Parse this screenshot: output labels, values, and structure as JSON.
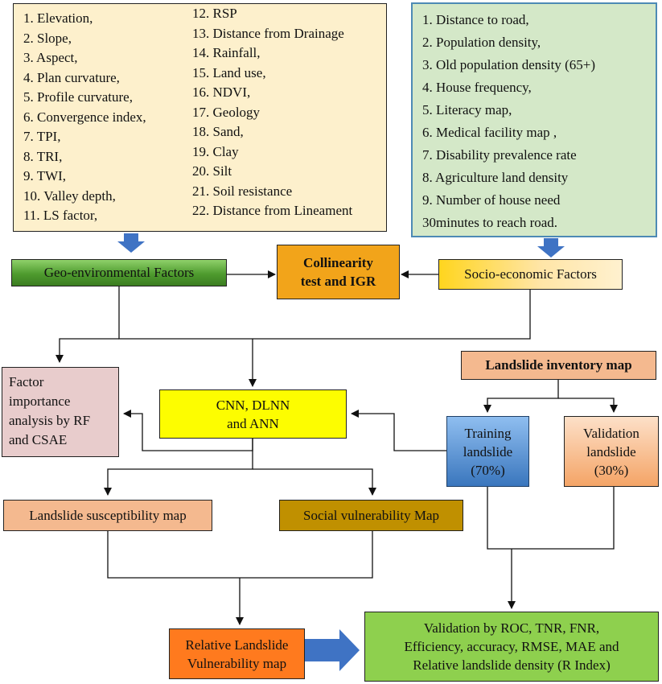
{
  "geo_list": {
    "col1": [
      "1. Elevation,",
      "2. Slope,",
      "3. Aspect,",
      "4. Plan curvature,",
      "5. Profile curvature,",
      "6. Convergence index,",
      "7. TPI,",
      "8. TRI,",
      "9. TWI,",
      "10. Valley depth,",
      "11. LS factor,"
    ],
    "col2": [
      "12. RSP",
      "13. Distance from Drainage",
      "14. Rainfall,",
      "15. Land use,",
      "16. NDVI,",
      "17. Geology",
      "18. Sand,",
      "19. Clay",
      "20. Silt",
      "21. Soil resistance",
      "22. Distance from Lineament"
    ]
  },
  "socio_list": [
    "1. Distance to road,",
    "2. Population density,",
    "3. Old population density (65+)",
    "4. House frequency,",
    "5. Literacy map,",
    "6. Medical facility map ,",
    "7. Disability prevalence rate",
    "8. Agriculture land density",
    "9. Number of house need",
    "30minutes to reach road."
  ],
  "boxes": {
    "geo_factors": "Geo-environmental Factors",
    "collinearity_line1": "Collinearity",
    "collinearity_line2": "test and IGR",
    "socio_factors": "Socio-economic Factors",
    "factor_importance": [
      "Factor",
      "importance",
      "analysis by RF",
      "and CSAE"
    ],
    "models": [
      "CNN, DLNN",
      "and ANN"
    ],
    "inventory": "Landslide inventory map",
    "training": [
      "Training",
      "landslide",
      "(70%)"
    ],
    "validation_landslide": [
      "Validation",
      "landslide",
      "(30%)"
    ],
    "susceptibility": "Landslide susceptibility map",
    "social_vulnerability": "Social vulnerability Map",
    "relative": [
      "Relative Landslide",
      "Vulnerability map"
    ],
    "validation_metrics": [
      "Validation by ROC, TNR, FNR,",
      "Efficiency, accuracy, RMSE, MAE and",
      "Relative landslide density (R Index)"
    ]
  },
  "colors": {
    "geo_list_bg": "#fdf0cc",
    "socio_list_bg": "#d4e8c8",
    "socio_list_border": "#4d8ab5",
    "geo_green": "#4e9b2e",
    "orange_box": "#f2a41a",
    "factor_pink": "#e8cccc",
    "models_yellow": "#fdfd00",
    "salmon": "#f4b98f",
    "training_blue": "#4f8fd1",
    "social_brown": "#c09000",
    "relative_orange": "#ff7a1e",
    "metrics_green": "#8ed04e",
    "arrow_blue": "#3f73c4"
  }
}
